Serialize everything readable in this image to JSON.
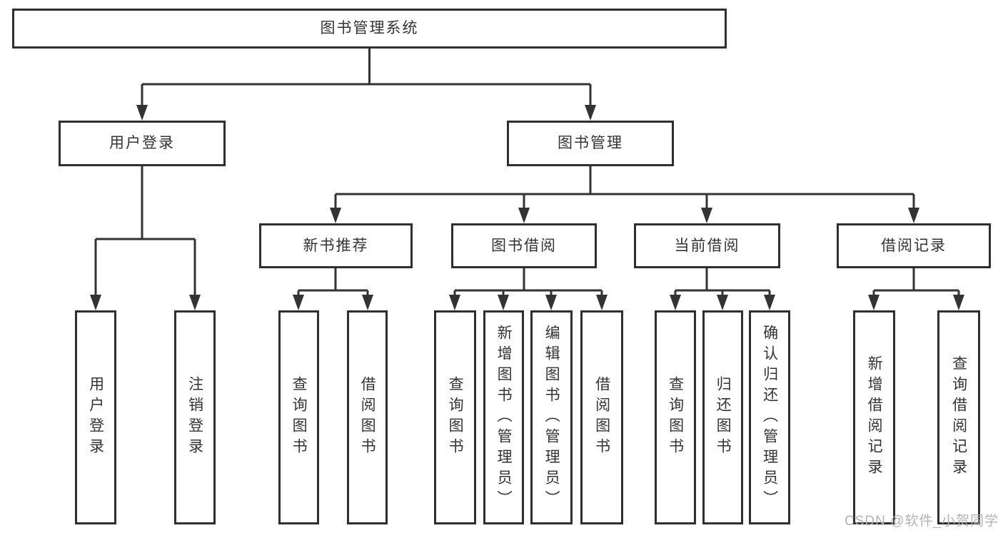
{
  "tree": {
    "root": {
      "label": "图书管理系统",
      "children": [
        {
          "label": "用户登录",
          "children": [
            {
              "label": "用户登录"
            },
            {
              "label": "注销登录"
            }
          ]
        },
        {
          "label": "图书管理",
          "children": [
            {
              "label": "新书推荐",
              "children": [
                {
                  "label": "查询图书"
                },
                {
                  "label": "借阅图书"
                }
              ]
            },
            {
              "label": "图书借阅",
              "children": [
                {
                  "label": "查询图书"
                },
                {
                  "label": "新增图书（管理员）"
                },
                {
                  "label": "编辑图书（管理员）"
                },
                {
                  "label": "借阅图书"
                }
              ]
            },
            {
              "label": "当前借阅",
              "children": [
                {
                  "label": "查询图书"
                },
                {
                  "label": "归还图书"
                },
                {
                  "label": "确认归还（管理员）"
                }
              ]
            },
            {
              "label": "借阅记录",
              "children": [
                {
                  "label": "新增借阅记录"
                },
                {
                  "label": "查询借阅记录"
                }
              ]
            }
          ]
        }
      ]
    }
  },
  "watermark": "CSDN @软件_小贺同学",
  "colors": {
    "line": "#333333",
    "box_border": "#2f2f2f",
    "text": "#333333",
    "watermark": "#b3b3b3",
    "background": "#ffffff"
  }
}
